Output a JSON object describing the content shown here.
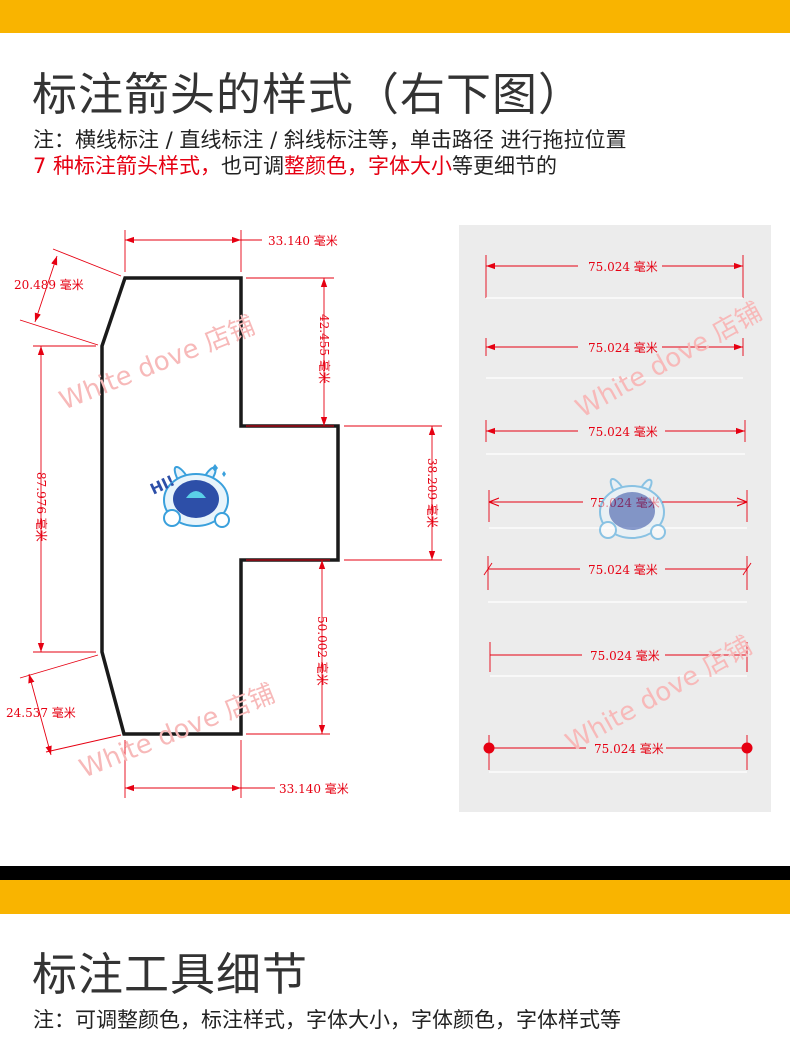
{
  "colors": {
    "accent_bar": "#f9b400",
    "annotation_red": "#e60012",
    "outline": "#1a1a1a",
    "panel_bg": "#ececec",
    "watermark": "#f7b9b9",
    "mascot_blue": "#2d4fa8"
  },
  "section1": {
    "title": "标注箭头的样式（右下图）",
    "note_line1": "注：横线标注 / 直线标注 / 斜线标注等，单击路径 进行拖拉位置",
    "note_line2_red_a": "7 种标注箭头样式，",
    "note_line2_black_a": "也可调",
    "note_line2_red_b": "整颜色，字体大小",
    "note_line2_black_b": "等更细节的"
  },
  "left_diagram": {
    "dim_top": "33.140 毫米",
    "dim_slant_top": "20.489 毫米",
    "dim_upper_step": "42.455 毫米",
    "dim_left": "87.976 毫米",
    "dim_tab": "38.209 毫米",
    "dim_lower_step": "50.002 毫米",
    "dim_slant_bottom": "24.537 毫米",
    "dim_bottom": "33.140 毫米"
  },
  "right_panel": {
    "styles": [
      {
        "label": "75.024 毫米",
        "style": "arrow-both-long-ticks"
      },
      {
        "label": "75.024 毫米",
        "style": "arrow-both-short-ticks"
      },
      {
        "label": "75.024 毫米",
        "style": "arrow-filled-both"
      },
      {
        "label": "75.024 毫米",
        "style": "arrow-open-both"
      },
      {
        "label": "75.024 毫米",
        "style": "slash-ticks"
      },
      {
        "label": "75.024 毫米",
        "style": "vertical-ticks"
      },
      {
        "label": "75.024 毫米",
        "style": "dot-ends"
      }
    ]
  },
  "mascot": {
    "text": "HI!",
    "icon": "rabbit-mascot-icon"
  },
  "watermarks": [
    "White dove 店铺",
    "White dove 店铺",
    "White dove 店铺",
    "White dove 店铺"
  ],
  "section2": {
    "title": "标注工具细节",
    "note_line1": "注：可调整颜色，标注样式，字体大小，字体颜色，字体样式等"
  }
}
